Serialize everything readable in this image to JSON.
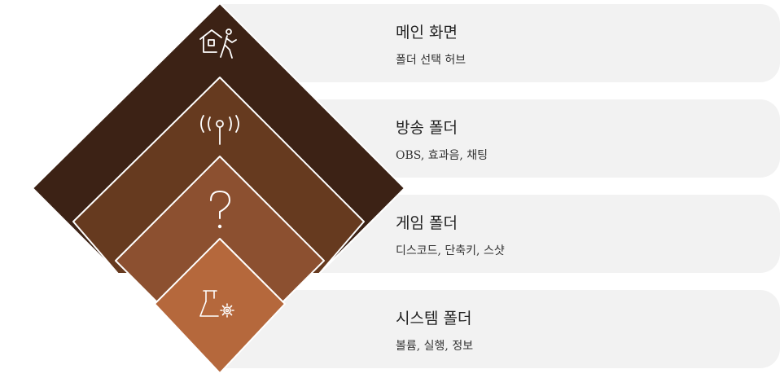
{
  "layers": [
    {
      "title": "메인 화면",
      "subtitle": "폴더 선택 허브",
      "icon": "home-exit-icon",
      "color": "#3c2215"
    },
    {
      "title": "방송 폴더",
      "subtitle": "OBS, 효과음, 채팅",
      "icon": "broadcast-antenna-icon",
      "color": "#663a1f"
    },
    {
      "title": "게임 폴더",
      "subtitle": "디스코드, 단축키, 스샷",
      "icon": "question-mark-icon",
      "color": "#8c5030"
    },
    {
      "title": "시스템 폴더",
      "subtitle": "볼륨, 실행, 정보",
      "icon": "flask-gear-icon",
      "color": "#b5683c"
    }
  ]
}
